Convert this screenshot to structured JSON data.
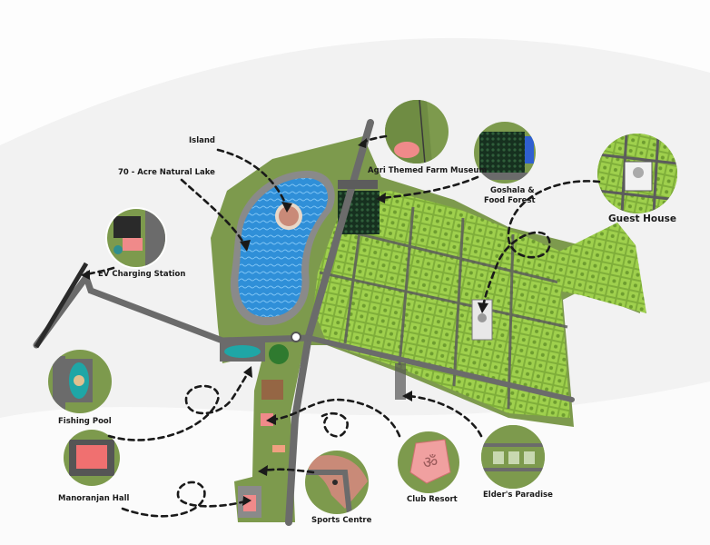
{
  "map": {
    "colors": {
      "background": "#f2f2f2",
      "land": "#7d9a4d",
      "plots": "#8fbf3f",
      "road": "#6b6b6b",
      "lake": "#2f8fd8",
      "forest": "#1f3d2a",
      "pink": "#f08a8a",
      "arrow": "#1a1a1a"
    },
    "labels": {
      "island": "Island",
      "lake": "70 - Acre Natural Lake",
      "farm_museum": "Agri Themed Farm Museum",
      "goshala_line1": "Goshala &",
      "goshala_line2": "Food Forest",
      "guest_house": "Guest House",
      "ev_charging": "EV Charging Station",
      "fishing_pool": "Fishing Pool",
      "manoranjan_hall": "Manoranjan Hall",
      "sports_centre": "Sports Centre",
      "club_resort": "Club Resort",
      "elders_paradise": "Elder's Paradise"
    },
    "icons": [
      "lake-circle-icon",
      "farm-museum-circle-icon",
      "goshala-circle-icon",
      "guest-house-circle-icon",
      "ev-charging-circle-icon",
      "fishing-pool-circle-icon",
      "manoranjan-hall-circle-icon",
      "sports-centre-circle-icon",
      "club-resort-circle-icon",
      "elders-paradise-circle-icon"
    ]
  }
}
